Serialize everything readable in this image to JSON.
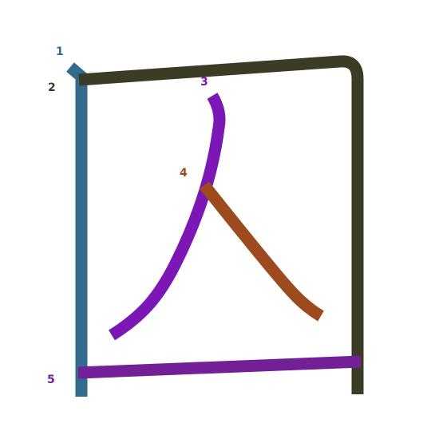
{
  "strokes": [
    {
      "number": "1",
      "color": "#336b8e"
    },
    {
      "number": "2",
      "color": "#3b3b26"
    },
    {
      "number": "3",
      "color": "#7a17b5"
    },
    {
      "number": "4",
      "color": "#9d4a1f"
    },
    {
      "number": "5",
      "color": "#731f96"
    }
  ]
}
